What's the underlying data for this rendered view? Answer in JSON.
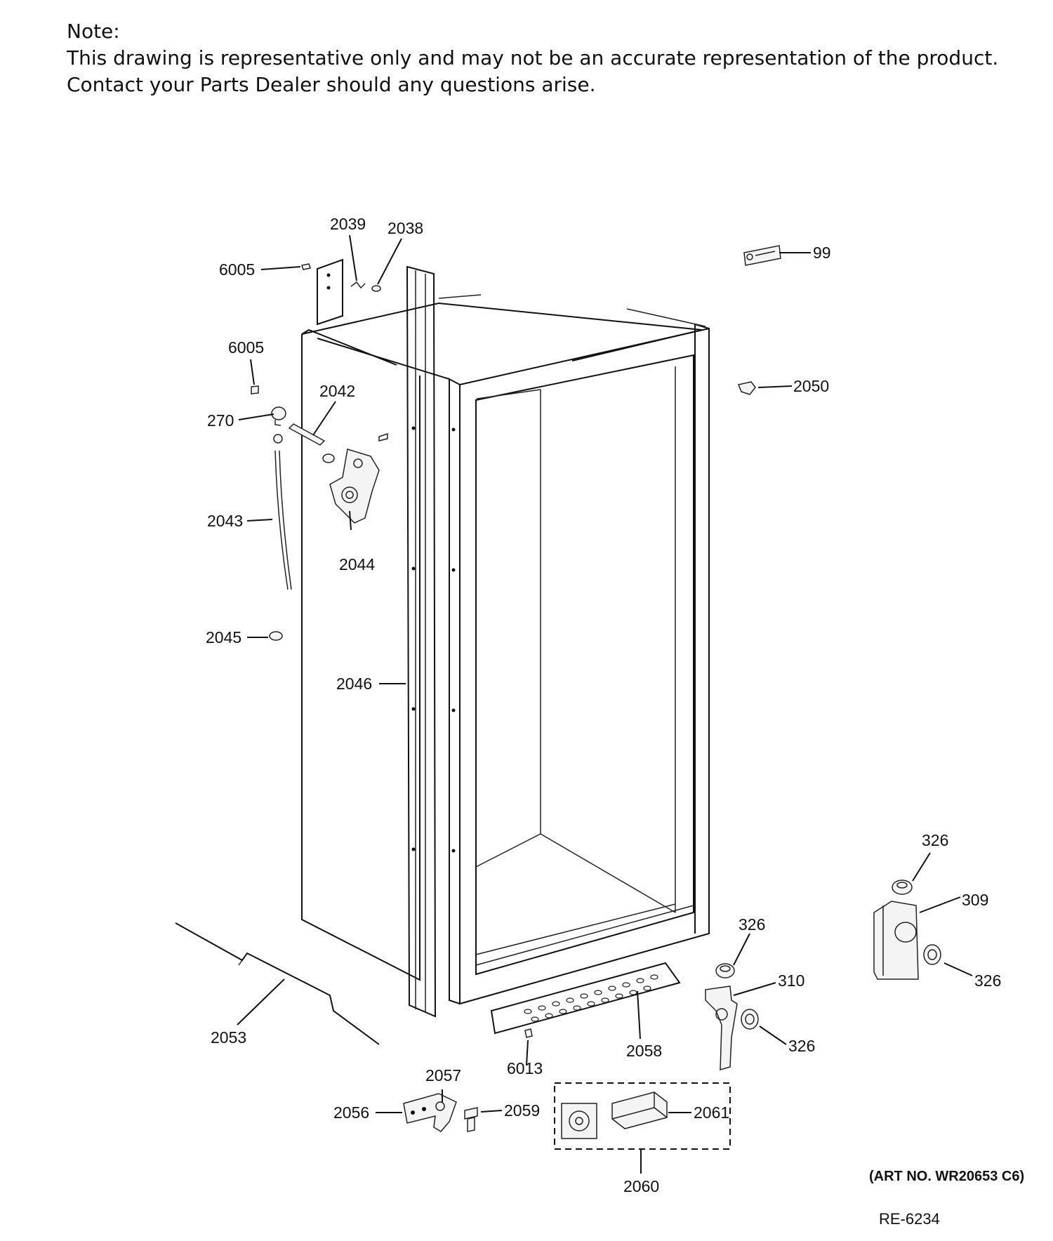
{
  "note": {
    "title": "Note:",
    "line1": "This drawing is representative only and may not be an accurate representation of the product.",
    "line2": "Contact your Parts Dealer should any questions arise."
  },
  "labels": {
    "p6005a": "6005",
    "p2039": "2039",
    "p2038": "2038",
    "p99": "99",
    "p6005b": "6005",
    "p2042": "2042",
    "p270": "270",
    "p2050": "2050",
    "p2043": "2043",
    "p2044": "2044",
    "p2045": "2045",
    "p2046": "2046",
    "p326a": "326",
    "p309": "309",
    "p326b": "326",
    "p310": "310",
    "p326c": "326",
    "p326d": "326",
    "p2053": "2053",
    "p2058": "2058",
    "p6013": "6013",
    "p2057": "2057",
    "p2056": "2056",
    "p2059": "2059",
    "p2061": "2061",
    "p2060": "2060"
  },
  "footer": {
    "art_no": "(ART NO. WR20653 C6)",
    "ref": "RE-6234"
  }
}
